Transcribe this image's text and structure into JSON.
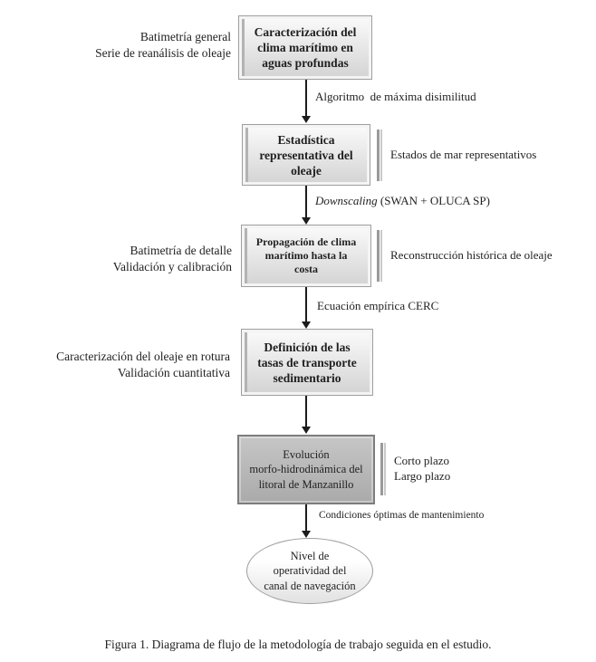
{
  "flowchart": {
    "step1": {
      "label": "Caracterización del\nclima marítimo en\naguas profundas",
      "left_note": "Batimetría general\nSerie de reanálisis de oleaje"
    },
    "arrow1": {
      "label": "Algoritmo  de máxima disimilitud"
    },
    "step2": {
      "label": "Estadística\nrepresentativa del\noleaje",
      "right_note": "Estados de mar representativos"
    },
    "arrow2": {
      "label_italic": "Downscaling",
      "label_rest": " (SWAN + OLUCA SP)"
    },
    "step3": {
      "label": "Propagación de clima\nmarítimo hasta la\ncosta",
      "left_note": "Batimetría de detalle\nValidación y calibración",
      "right_note": "Reconstrucción histórica de oleaje"
    },
    "arrow3": {
      "label": "Ecuación empírica CERC"
    },
    "step4": {
      "label": "Definición de las\ntasas de transporte\nsedimentario",
      "left_note": "Caracterización del oleaje en rotura\nValidación cuantitativa"
    },
    "step5": {
      "label": "Evolución\nmorfo-hidrodinámica del\nlitoral de Manzanillo",
      "right_note": "Corto plazo\nLargo plazo"
    },
    "arrow5": {
      "label": "Condiciones óptimas de mantenimiento"
    },
    "terminal": {
      "label": "Nivel de\noperatividad del\ncanal de navegación"
    }
  },
  "caption": "Figura 1. Diagrama de flujo de la metodología de trabajo seguida en el estudio.",
  "colors": {
    "box_border": "#9e9e9e",
    "box_fill_top": "#fbfbfb",
    "box_fill_bottom": "#d3d3d3",
    "dark_box_fill_top": "#c6c6c6",
    "dark_box_fill_bottom": "#aaaaaa",
    "dark_box_border": "#7d7d7d",
    "note_bar": "#9a9a9a",
    "arrow": "#1c1c1c"
  }
}
